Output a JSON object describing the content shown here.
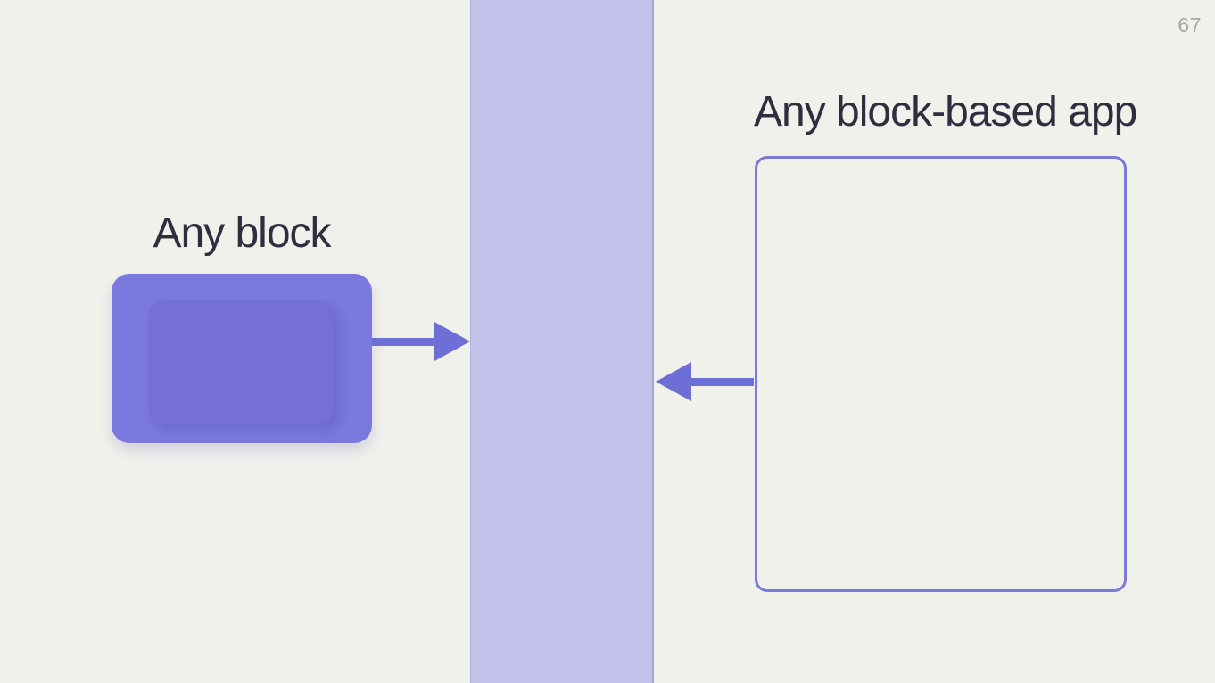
{
  "page": {
    "number": "67"
  },
  "diagram": {
    "left_label": "Any block",
    "right_label": "Any block-based app"
  },
  "icons": {
    "arrow_right": "right-pointing solid triangle arrow (css shape)",
    "arrow_left": "left-pointing solid triangle arrow (css shape)"
  },
  "colors": {
    "background": "#f1f1ec",
    "band": "#c2c1ea",
    "block_fill": "#7b79de",
    "block_inner": "#7570d8",
    "arrow": "#6e6ed7",
    "outline_border": "#7b7ad9",
    "heading_text": "#2e2f3e",
    "page_number": "#a7a7a4"
  }
}
